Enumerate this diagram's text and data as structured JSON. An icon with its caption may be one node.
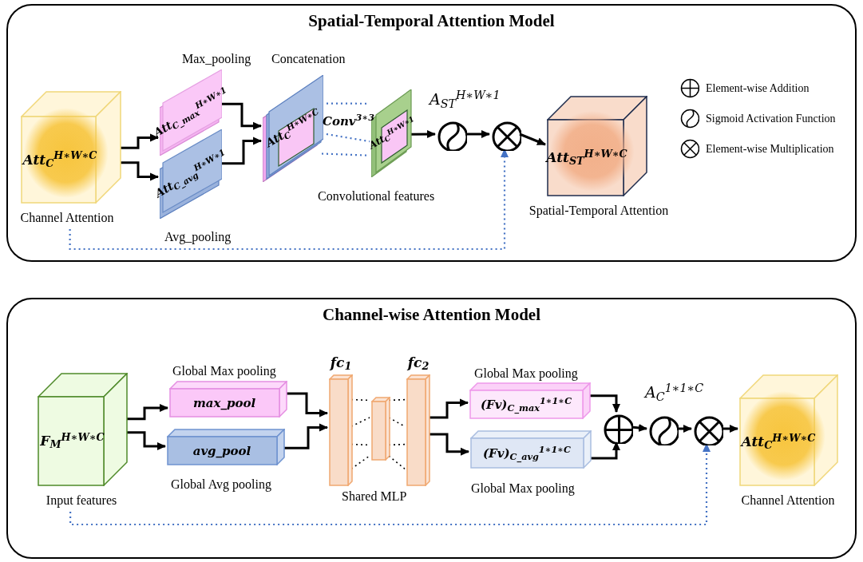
{
  "diagram": {
    "nodes": [
      {
        "text": [
          "Spatial-Temporal Attention Model"
        ]
      },
      {
        "text": [
          "Att$_{C}$$^{H∗W∗C}$"
        ],
        "in": 0,
        "beside": [
          "Channel Attention"
        ]
      },
      {
        "text": [
          "Att$_{C_max}$$^{H∗W∗1}$"
        ],
        "in": 0,
        "beside": [
          "Max_pooling"
        ]
      },
      {
        "text": [
          "Att$_{C_avg}$$^{H∗W∗1}$"
        ],
        "in": 0,
        "beside": [
          "Avg_pooling"
        ]
      },
      {
        "text": [
          "Att$_{C}$$^{H∗W∗C}$"
        ],
        "in": 0,
        "beside": [
          "Concatenation"
        ]
      },
      {
        "text": [
          "Att$_{C}$$^{H∗W∗1}$"
        ],
        "in": 0,
        "beside": [
          "Convolutional features"
        ]
      },
      {
        "text": [],
        "shape": "circle",
        "in": 0,
        "beside": [
          "A$_{ST}$$^{H∗W∗1}$"
        ]
      },
      {
        "text": [],
        "shape": "circle",
        "in": 0
      },
      {
        "text": [
          "Att$_{ST}$$^{H∗W∗C}$"
        ],
        "in": 0,
        "beside": [
          "Spatial-Temporal Attention"
        ]
      },
      {
        "text": [
          "Channel-wise Attention Model"
        ]
      },
      {
        "text": [
          "F$_{M}$$^{H∗W∗C}$"
        ],
        "in": 9,
        "beside": [
          "Input features"
        ]
      },
      {
        "text": [
          "max_pool"
        ],
        "in": 9,
        "beside": [
          "Global Max pooling"
        ]
      },
      {
        "text": [
          "avg_pool"
        ],
        "in": 9,
        "beside": [
          "Global Avg pooling"
        ]
      },
      {
        "text": [
          "fc$_{1}$"
        ],
        "in": 9
      },
      {
        "text": [],
        "shape": "box",
        "in": 9
      },
      {
        "text": [
          "fc$_{2}$"
        ],
        "in": 9
      },
      {
        "text": [
          "(Fv)$_{C_max}$$^{1∗1∗C}$"
        ],
        "in": 9,
        "beside": [
          "Global Max pooling"
        ]
      },
      {
        "text": [
          "(Fv)$_{C_avg}$$^{1∗1∗C}$"
        ],
        "in": 9,
        "beside": [
          "Global Max pooling"
        ]
      },
      {
        "text": [],
        "shape": "circle",
        "in": 9
      },
      {
        "text": [],
        "shape": "circle",
        "in": 9,
        "beside": [
          "A$_{C}$$^{1∗1∗C}$"
        ]
      },
      {
        "text": [],
        "shape": "circle",
        "in": 9
      },
      {
        "text": [
          "Att$_{C}$$^{H∗W∗C}$"
        ],
        "in": 9,
        "beside": [
          "Channel Attention"
        ]
      }
    ],
    "edges": [
      {
        "from": 1,
        "to": 2,
        "arrow": "to"
      },
      {
        "from": 1,
        "to": 3,
        "arrow": "to"
      },
      {
        "from": 2,
        "to": 4,
        "arrow": "to"
      },
      {
        "from": 3,
        "to": 4,
        "arrow": "to"
      },
      {
        "from": 4,
        "to": 5,
        "arrow": "none",
        "style": "dashed",
        "color": "#4472c4"
      },
      {
        "from": 4,
        "to": 5,
        "arrow": "none",
        "style": "dashed",
        "color": "#4472c4"
      },
      {
        "from": 4,
        "to": 5,
        "arrow": "none",
        "style": "dashed",
        "color": "#4472c4"
      },
      {
        "from": 5,
        "to": 6,
        "arrow": "to"
      },
      {
        "from": 6,
        "to": 7,
        "arrow": "to"
      },
      {
        "from": 7,
        "to": 8,
        "arrow": "to"
      },
      {
        "from": 1,
        "to": 7,
        "arrow": "to",
        "style": "dashed",
        "color": "#4472c4"
      },
      {
        "from": 10,
        "to": 11,
        "arrow": "to"
      },
      {
        "from": 10,
        "to": 12,
        "arrow": "to"
      },
      {
        "from": 11,
        "to": 13,
        "arrow": "to"
      },
      {
        "from": 12,
        "to": 13,
        "arrow": "to"
      },
      {
        "from": 13,
        "to": 14,
        "arrow": "none",
        "style": "dashed"
      },
      {
        "from": 13,
        "to": 14,
        "arrow": "none",
        "style": "dashed"
      },
      {
        "from": 13,
        "to": 14,
        "arrow": "none",
        "style": "dashed"
      },
      {
        "from": 13,
        "to": 14,
        "arrow": "none",
        "style": "dashed"
      },
      {
        "from": 14,
        "to": 15,
        "arrow": "none",
        "style": "dashed"
      },
      {
        "from": 14,
        "to": 15,
        "arrow": "none",
        "style": "dashed"
      },
      {
        "from": 14,
        "to": 15,
        "arrow": "none",
        "style": "dashed"
      },
      {
        "from": 14,
        "to": 15,
        "arrow": "none",
        "style": "dashed"
      },
      {
        "from": 15,
        "to": 16,
        "arrow": "to"
      },
      {
        "from": 15,
        "to": 17,
        "arrow": "to"
      },
      {
        "from": 16,
        "to": 18,
        "arrow": "to"
      },
      {
        "from": 17,
        "to": 18,
        "arrow": "to"
      },
      {
        "from": 18,
        "to": 19,
        "arrow": "to"
      },
      {
        "from": 19,
        "to": 20,
        "arrow": "to"
      },
      {
        "from": 20,
        "to": 21,
        "arrow": "to"
      },
      {
        "from": 10,
        "to": 20,
        "arrow": "to",
        "style": "dashed",
        "color": "#4472c4"
      }
    ],
    "labels": [
      "Conv$^{3∗3}$",
      "Shared MLP"
    ],
    "legend": [
      {
        "text": "Element-wise Addition"
      },
      {
        "text": "Sigmoid Activation Function"
      },
      {
        "text": "Element-wise Multiplication"
      }
    ]
  }
}
